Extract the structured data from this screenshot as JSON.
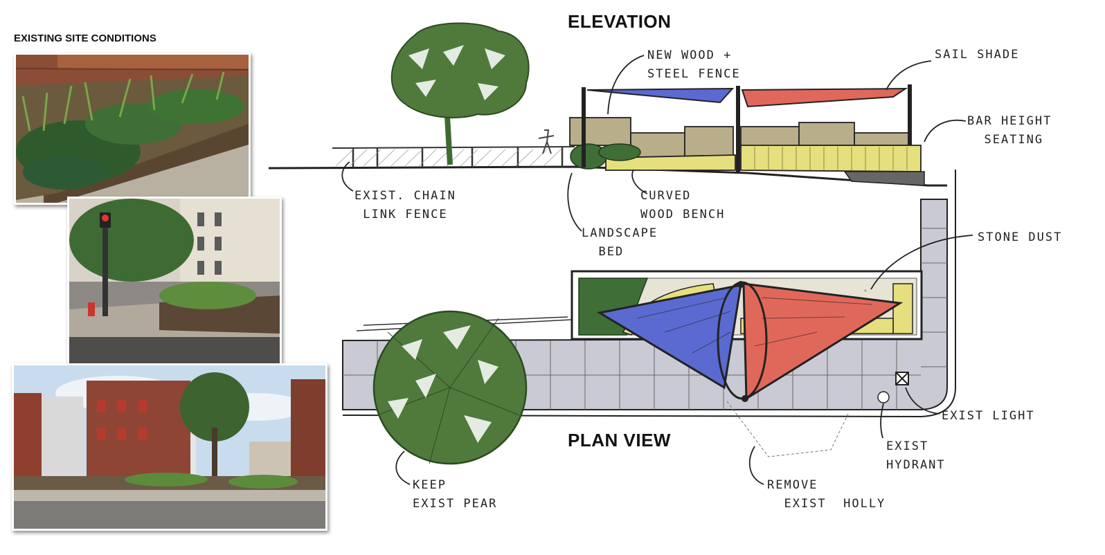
{
  "photos": {
    "title": "EXISTING SITE CONDITIONS"
  },
  "diagram": {
    "elevation_title": "ELEVATION",
    "plan_title": "PLAN VIEW",
    "labels": {
      "new_fence": "NEW WOOD +\nSTEEL FENCE",
      "sail_shade": "SAIL SHADE",
      "bar_seating": "BAR HEIGHT\n  SEATING",
      "chain_link": "EXIST. CHAIN\n LINK FENCE",
      "wood_bench": "CURVED\nWOOD BENCH",
      "landscape_bed": "LANDSCAPE\n  BED",
      "stone_dust": "STONE DUST",
      "exist_light": "EXIST LIGHT",
      "exist_hydrant": "EXIST\nHYDRANT",
      "keep_pear": "KEEP\nEXIST PEAR",
      "remove_holly": "REMOVE\n  EXIST  HOLLY"
    },
    "colors": {
      "tree_green": "#4f7a3c",
      "sail_blue": "#5a6ad0",
      "sail_red": "#e0685a",
      "bench_yellow": "#e6df7e",
      "fence_tan": "#b8ae8a",
      "paving_gray": "#c9cad3"
    }
  }
}
